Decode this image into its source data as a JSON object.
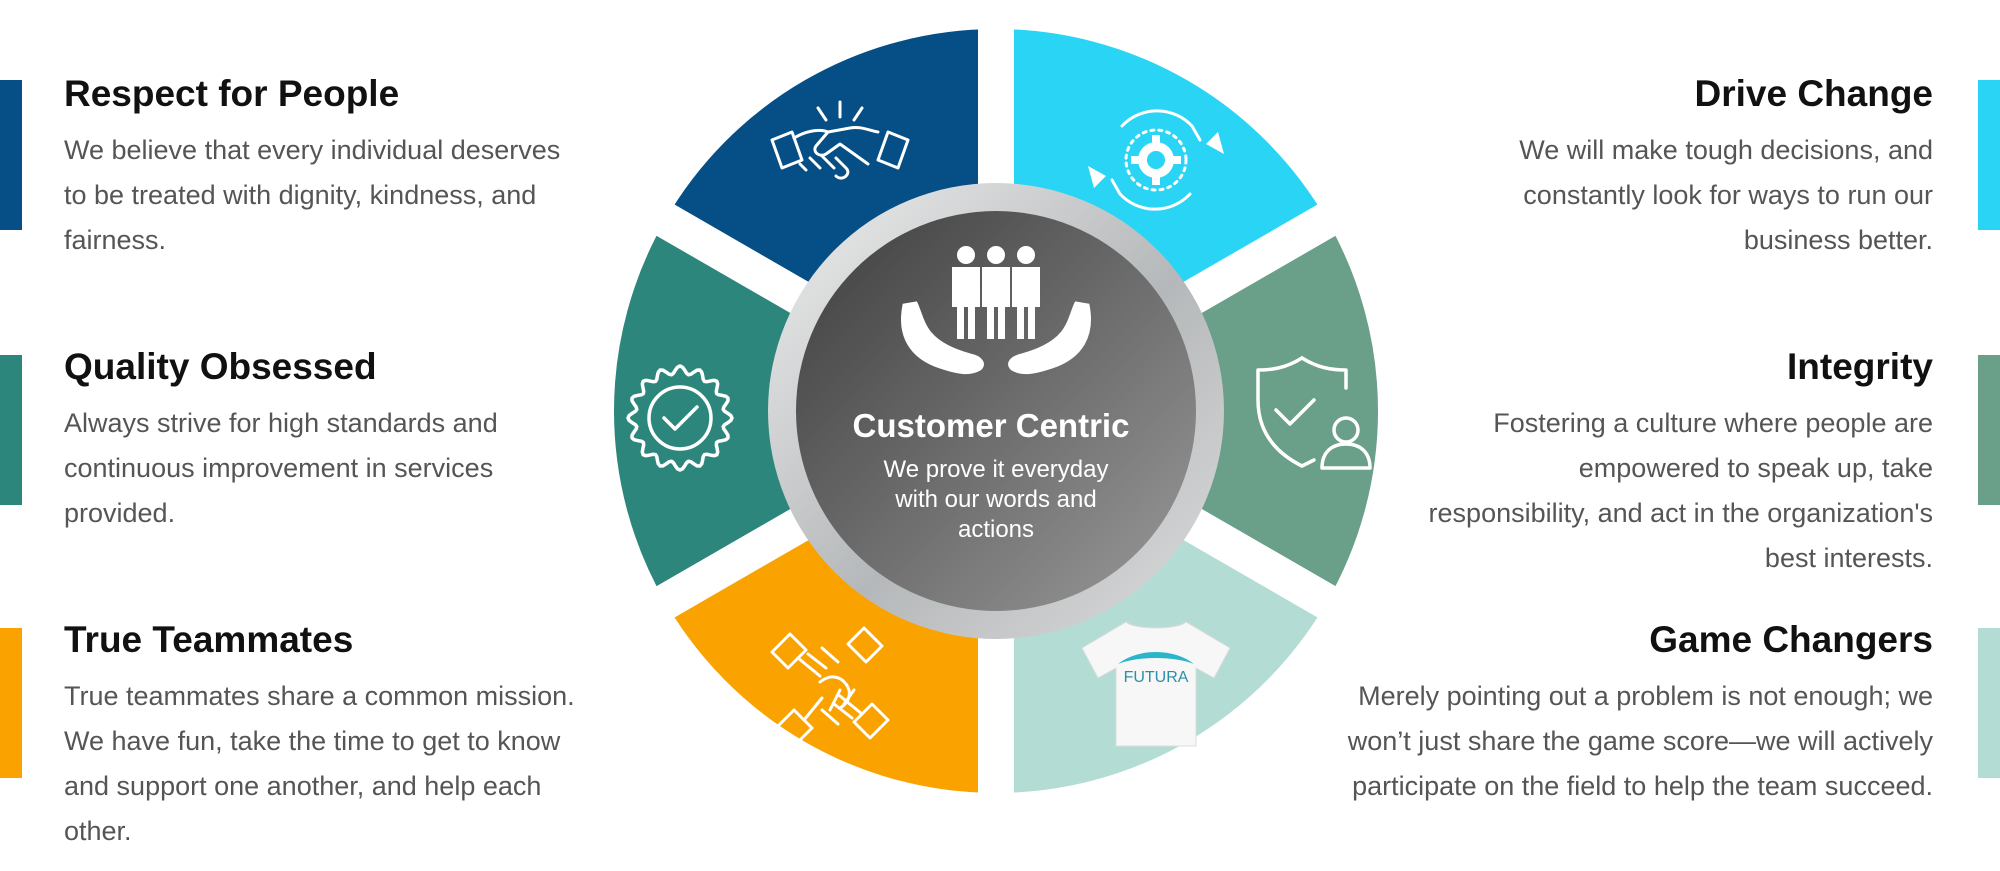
{
  "center": {
    "title": "Customer Centric",
    "subtitle_lines": [
      "We prove it everyday",
      "with our words and",
      "actions"
    ]
  },
  "segments": [
    {
      "key": "respect",
      "color": "#064f86",
      "icon": "handshake-icon"
    },
    {
      "key": "drive",
      "color": "#29d4f5",
      "icon": "gear-cycle-icon"
    },
    {
      "key": "integrity",
      "color": "#6a9f89",
      "icon": "shield-user-check-icon"
    },
    {
      "key": "game",
      "color": "#b3dcd4",
      "icon": "tshirt-icon",
      "shirt_text": "FUTURA"
    },
    {
      "key": "teammates",
      "color": "#f9a200",
      "icon": "joined-hands-icon"
    },
    {
      "key": "quality",
      "color": "#2d867b",
      "icon": "badge-check-icon"
    }
  ],
  "values": {
    "respect": {
      "title": "Respect for People",
      "description": "We believe that every individual deserves to be treated with dignity, kindness, and fairness."
    },
    "quality": {
      "title": "Quality Obsessed",
      "description": "Always strive for high standards and continuous improvement in services provided."
    },
    "teammates": {
      "title": "True Teammates",
      "description": "True teammates share a common mission. We have fun, take the time to get to know and support one another, and help each other."
    },
    "drive": {
      "title": "Drive Change",
      "description": "We will make tough decisions, and constantly look for ways to run our business better."
    },
    "integrity": {
      "title": "Integrity",
      "description": "Fostering a culture where people are empowered to speak up, take responsibility, and act in the organization's best interests."
    },
    "game": {
      "title": "Game Changers",
      "description": "Merely pointing out a problem is not enough; we won’t just share the game score—we will actively participate on the field to help the team succeed."
    }
  }
}
